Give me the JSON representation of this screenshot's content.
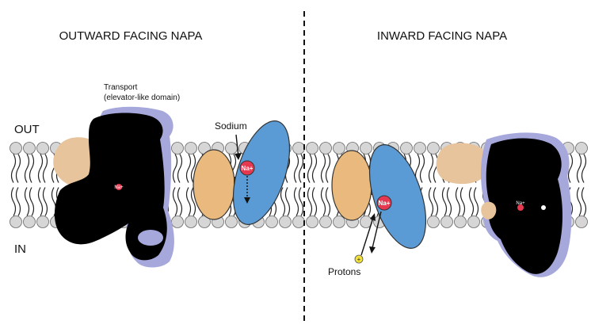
{
  "left_panel": {
    "title": "OUTWARD FACING NAPA",
    "out_label": "OUT",
    "in_label": "IN",
    "transport_label_line1": "Transport",
    "transport_label_line2": "(elevator-like domain)",
    "protein_ion_label": "Na+",
    "schematic_ion_label": "Na+",
    "sodium_label": "Sodium"
  },
  "right_panel": {
    "title": "INWARD FACING NAPA",
    "schematic_ion_label": "Na+",
    "protein_ion_label": "Na+",
    "proton_symbol": "+",
    "protons_label": "Protons"
  },
  "colors": {
    "lipid_head": "#d6d6d6",
    "tail": "#222222",
    "scaffold": "#e9b97d",
    "transport": "#5b9bd5",
    "protein_body": "#000000",
    "protein_lavender": "#a6a8dc",
    "protein_tan": "#e7c49c",
    "ion": "#e63950",
    "proton": "#f2e23a"
  }
}
